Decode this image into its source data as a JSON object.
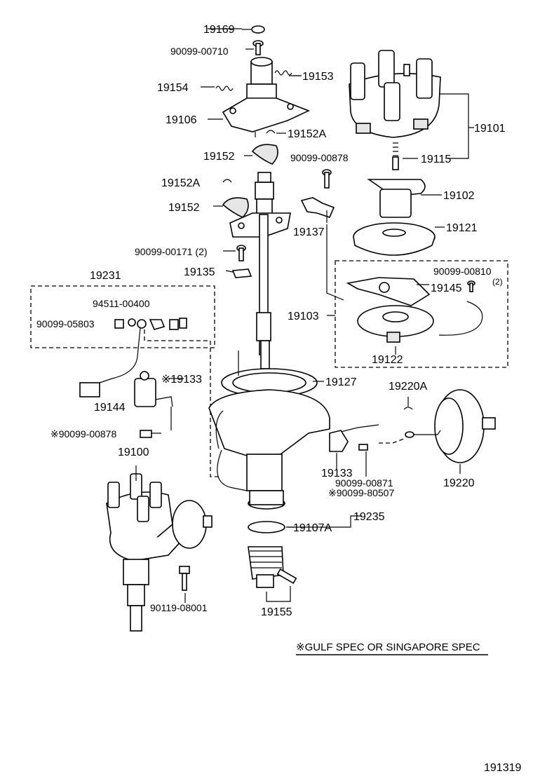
{
  "diagram": {
    "labels": {
      "p19169": "19169",
      "p9009900710": "90099-00710",
      "p19153": "19153",
      "p19154": "19154",
      "p19106": "19106",
      "p19152A_top": "19152A",
      "p19152_top": "19152",
      "p9009900878": "90099-00878",
      "p19101": "19101",
      "p19115": "19115",
      "p19152A_mid": "19152A",
      "p19102": "19102",
      "p19152_mid": "19152",
      "p19137": "19137",
      "p19121": "19121",
      "p9009900171": "90099-00171 (2)",
      "p19135": "19135",
      "p9009900810": "90099-00810",
      "p9009900810_qty": "(2)",
      "p19231": "19231",
      "p19145": "19145",
      "p9451100400": "94511-00400",
      "p19103": "19103",
      "p9009905803": "90099-05803",
      "p19122": "19122",
      "p19127": "19127",
      "p19133_left": "※19133",
      "p19220A": "19220A",
      "p19144": "19144",
      "p9009900878_left": "※90099-00878",
      "p19100": "19100",
      "p19133_mid": "19133",
      "p9009900871": "90099-00871",
      "p9009980507": "※90099-80507",
      "p19220": "19220",
      "p19235": "19235",
      "p19107A": "19107A",
      "p9011908001": "90119-08001",
      "p19155": "19155"
    },
    "note": "※GULF SPEC OR SINGAPORE SPEC",
    "figure_number": "191319"
  }
}
